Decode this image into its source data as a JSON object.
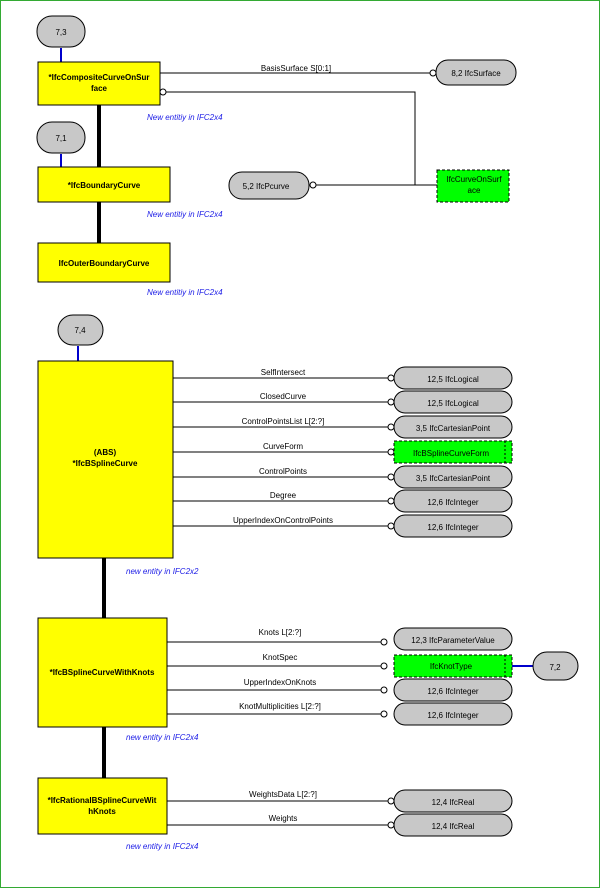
{
  "entities": {
    "composite": {
      "line1": "*IfcCompositeCurveOnSur",
      "line2": "face"
    },
    "boundary": "*IfcBoundaryCurve",
    "outer_boundary": "IfcOuterBoundaryCurve",
    "bspline": {
      "line1": "(ABS)",
      "line2": "*IfcBSplineCurve"
    },
    "bspline_with_knots": "*IfcBSplineCurveWithKnots",
    "rational": {
      "line1": "*IfcRationalBSplineCurveWit",
      "line2": "hKnots"
    }
  },
  "notes": {
    "composite": "New entitiy in IFC2x4",
    "boundary": "New entitiy in IFC2x4",
    "outer_boundary": "New entitiy in IFC2x4",
    "bspline": "new entity in IFC2x2",
    "bspline_with_knots": "new entity in IFC2x4",
    "rational": "new entity in IFC2x4"
  },
  "refs": {
    "r73": "7,3",
    "r71": "7,1",
    "r74": "7,4",
    "r72": "7,2",
    "surface": "8,2 IfcSurface",
    "pcurve": "5,2 IfcPcurve",
    "logical": "12,5 IfcLogical",
    "cartesian_point": "3,5 IfcCartesianPoint",
    "integer": "12,6 IfcInteger",
    "parameter_value": "12,3 IfcParameterValue",
    "real": "12,4 IfcReal"
  },
  "types": {
    "curve_on_surface": {
      "line1": "IfcCurveOnSurf",
      "line2": "ace"
    },
    "bspline_curve_form": "IfcBSplineCurveForm",
    "knot_type": "IfcKnotType"
  },
  "attributes": {
    "basis_surface": "BasisSurface S[0:1]",
    "self_intersect": "SelfIntersect",
    "closed_curve": "ClosedCurve",
    "control_points_list": "ControlPointsList L[2:?]",
    "curve_form": "CurveForm",
    "control_points": "ControlPoints",
    "degree": "Degree",
    "upper_index_on_control_points": "UpperIndexOnControlPoints",
    "knots": "Knots L[2:?]",
    "knot_spec": "KnotSpec",
    "upper_index_on_knots": "UpperIndexOnKnots",
    "knot_multiplicities": "KnotMultiplicities L[2:?]",
    "weights_data": "WeightsData L[2:?]",
    "weights": "Weights"
  },
  "colors": {
    "entity_fill": "#ffff00",
    "type_fill": "#00ff00",
    "ref_fill": "#c8c8c8",
    "note_text": "#1a1ae6",
    "page_ref_connector": "#0000cc"
  }
}
